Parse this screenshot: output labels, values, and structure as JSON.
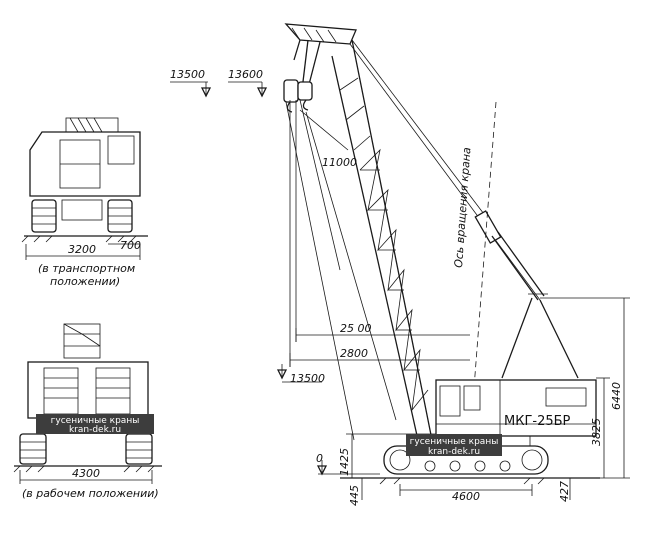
{
  "diagram": {
    "model_label": "МКГ-25БР",
    "axis_label": "Ось вращения крана",
    "captions": {
      "transport_line1": "(в транспортном",
      "transport_line2": "положении)",
      "working": "(в рабочем положении)"
    },
    "dimensions": {
      "top_left_1": "13500",
      "top_left_2": "13600",
      "boom_length": "11000",
      "reach_1": "25 00",
      "reach_2": "2800",
      "reach_3": "13500",
      "height_total": "6440",
      "height_cab": "3825",
      "height_1425": "1425",
      "zero": "0",
      "depth_445": "445",
      "track_length": "4600",
      "clearance": "427",
      "transport_width": "3200",
      "transport_track": "700",
      "working_width": "4300"
    },
    "watermark": {
      "line1": "гусеничные краны",
      "line2": "kran-dek.ru"
    }
  }
}
